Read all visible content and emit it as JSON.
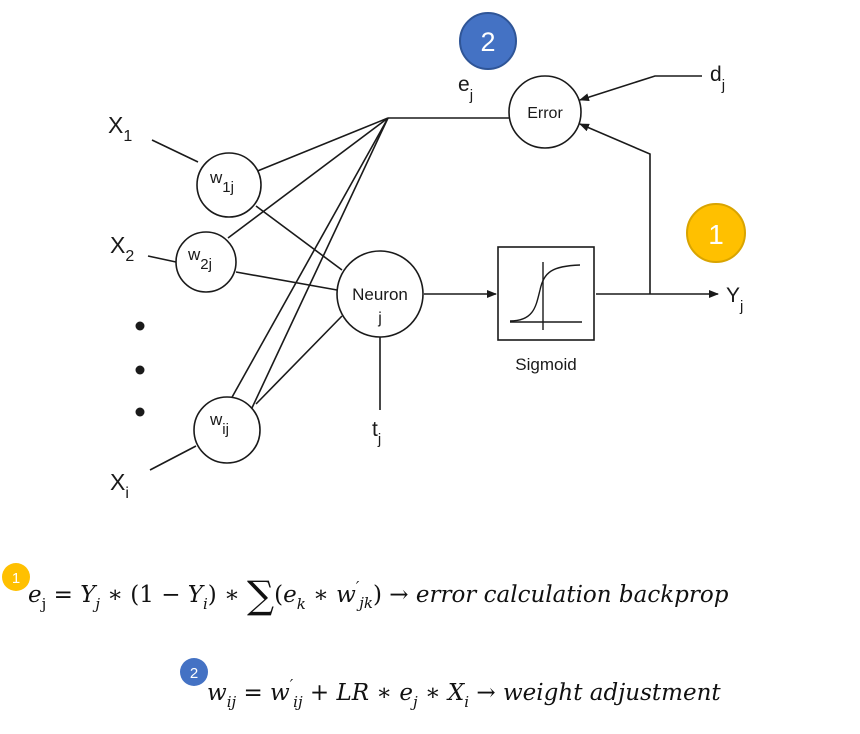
{
  "diagram": {
    "inputs": {
      "x1": {
        "main": "X",
        "sub": "1"
      },
      "x2": {
        "main": "X",
        "sub": "2"
      },
      "xi": {
        "main": "X",
        "sub": "i"
      }
    },
    "weights": {
      "w1j": {
        "main": "w",
        "sub": "1j"
      },
      "w2j": {
        "main": "w",
        "sub": "2j"
      },
      "wij": {
        "main": "w",
        "sub": "ij"
      }
    },
    "neuron": {
      "line1": "Neuron",
      "line2": "j"
    },
    "threshold": {
      "main": "t",
      "sub": "j"
    },
    "sigmoid_caption": "Sigmoid",
    "error_node": "Error",
    "error_signal": {
      "main": "e",
      "sub": "j"
    },
    "desired": {
      "main": "d",
      "sub": "j"
    },
    "output": {
      "main": "Y",
      "sub": "j"
    },
    "badges": {
      "badge1": {
        "number": "1",
        "color": "#FFC000",
        "stroke": "#D9A400"
      },
      "badge2": {
        "number": "2",
        "color": "#4472C4",
        "stroke": "#2F5597"
      }
    }
  },
  "formulas": {
    "f1": {
      "badge": "1",
      "lhs": "e",
      "lhs_sub": "j",
      "eq": " = ",
      "t1": "Y",
      "t1_sub": "j",
      "op1": " ∗ (1 − ",
      "t2": "Y",
      "t2_sub": "i",
      "op2": ") ∗ ",
      "sum": "∑",
      "op3": "(",
      "t3": "e",
      "t3_sub": "k",
      "op4": " ∗ ",
      "t4": "w",
      "t4_prime": "′",
      "t4_sub": "jk",
      "op5": ") → ",
      "desc": "error calculation backprop"
    },
    "f2": {
      "badge": "2",
      "lhs": "w",
      "lhs_sub": "ij",
      "eq": " = ",
      "t1": "w",
      "t1_prime": "′",
      "t1_sub": "ij",
      "op1": " + ",
      "t2": "LR",
      "op2": " ∗ ",
      "t3": "e",
      "t3_sub": "j",
      "op3": " ∗ ",
      "t4": "X",
      "t4_sub": "i",
      "op4": " → ",
      "desc": "weight adjustment"
    }
  }
}
